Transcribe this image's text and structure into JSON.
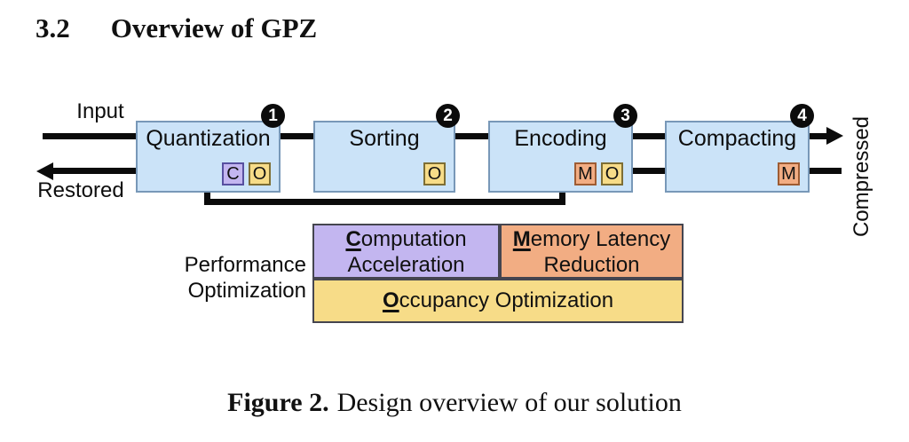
{
  "page": {
    "heading_number": "3.2",
    "heading_title": "Overview of GPZ",
    "caption_label": "Figure 2.",
    "caption_tail": "Design overview of our solution"
  },
  "diagram": {
    "input_label": "Input",
    "restored_label": "Restored",
    "compressed_label": "Compressed",
    "stages": [
      {
        "name": "Quantization",
        "step": "1",
        "badges": [
          "C",
          "O"
        ]
      },
      {
        "name": "Sorting",
        "step": "2",
        "badges": [
          "O"
        ]
      },
      {
        "name": "Encoding",
        "step": "3",
        "badges": [
          "M",
          "O"
        ]
      },
      {
        "name": "Compacting",
        "step": "4",
        "badges": [
          "M"
        ]
      }
    ],
    "colors": {
      "stage_fill": "#cbe3f8",
      "stage_border": "#7898b8",
      "computation_purple": "#c3b6f0",
      "memory_orange": "#f2ad83",
      "occupancy_yellow": "#f7dc88",
      "line_black": "#0b0b0b"
    }
  },
  "legend": {
    "label_line1": "Performance",
    "label_line2": "Optimization",
    "computation": {
      "initial": "C",
      "rest": "omputation",
      "line2": "Acceleration"
    },
    "memory": {
      "initial": "M",
      "rest": "emory Latency",
      "line2": "Reduction"
    },
    "occupancy": {
      "initial": "O",
      "rest": "ccupancy Optimization"
    }
  }
}
